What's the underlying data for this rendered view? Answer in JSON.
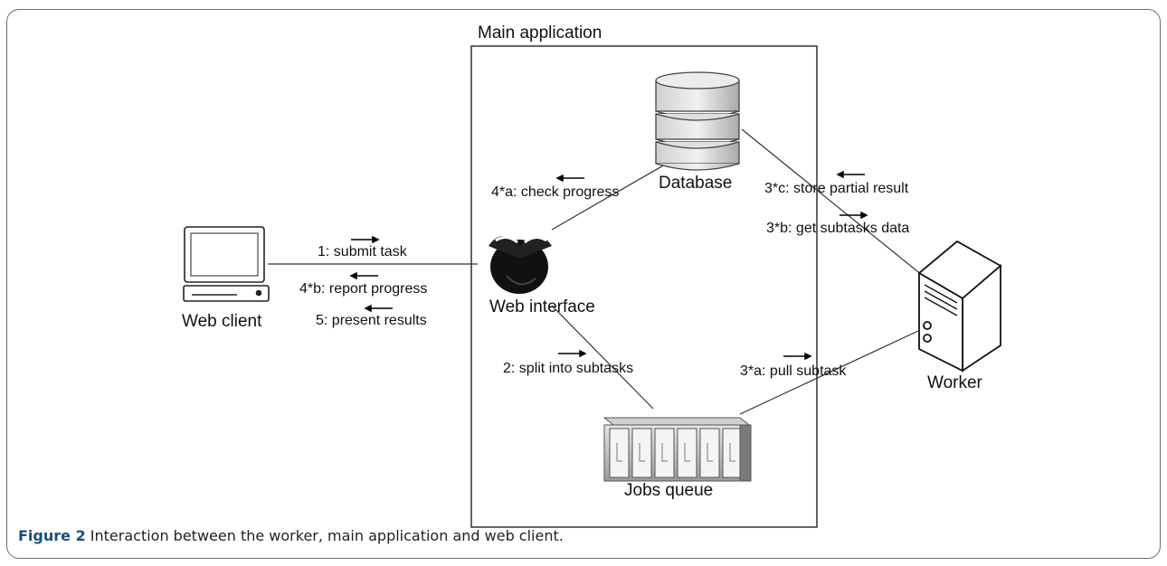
{
  "container": {
    "title": "Main application"
  },
  "nodes": {
    "database": "Database",
    "web_interface": "Web interface",
    "jobs_queue": "Jobs queue",
    "web_client": "Web client",
    "worker": "Worker"
  },
  "edges": {
    "submit_task": "1: submit task",
    "report_progress": "4*b: report progress",
    "present_results": "5: present results",
    "check_progress": "4*a: check progress",
    "split_subtasks": "2: split into subtasks",
    "pull_subtask": "3*a: pull subtask",
    "store_partial": "3*c: store partial result",
    "get_subtasks": "3*b: get subtasks data"
  },
  "caption": {
    "label": "Figure 2",
    "text": " Interaction between the worker, main application and web client."
  }
}
